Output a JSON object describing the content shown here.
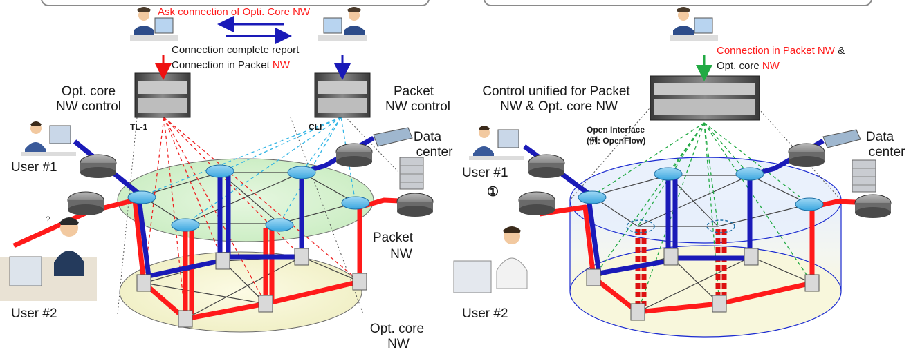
{
  "left": {
    "request_text": "Ask connection of Opti. Core NW",
    "report_line1": "Connection complete report",
    "report_line2_prefix": "Connection in Packet ",
    "report_line2_suffix": "NW",
    "opt_control_line1": "Opt. core",
    "opt_control_line2": "NW control",
    "packet_control_line1": "Packet",
    "packet_control_line2": "NW control",
    "tl1_label": "TL-1",
    "cli_label": "CLI",
    "datacenter_line1": "Data",
    "datacenter_line2": "center",
    "user1_label": "User #1",
    "user2_label": "User #2",
    "packet_nw_line1": "Packet",
    "packet_nw_line2": "NW",
    "opt_nw_line1": "Opt. core",
    "opt_nw_line2": "NW"
  },
  "right": {
    "request_line1_red": "Connection in Packet NW",
    "request_line1_suffix": " &",
    "request_line2_prefix": "Opt. core ",
    "request_line2_red": "NW",
    "control_line1": "Control unified for Packet",
    "control_line2": "NW & Opt. core NW",
    "open_if_line1": "Open Interface",
    "open_if_line2": "(例: OpenFlow)",
    "datacenter_line1": "Data",
    "datacenter_line2": "center",
    "user1_label": "User #1",
    "step_marker": "①",
    "user2_label": "User #2"
  },
  "colors": {
    "red_path": "#ff1a1a",
    "blue_path": "#1a1ab8",
    "green_dashed": "#22aa44",
    "cyan_dashed": "#33b5e5",
    "red_dashed": "#ee2222"
  }
}
